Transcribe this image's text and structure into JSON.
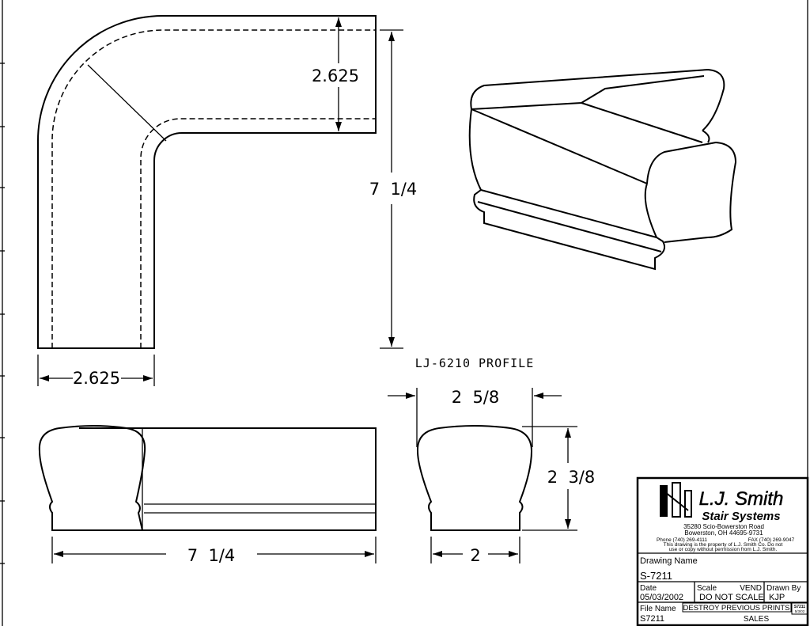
{
  "dimensions": {
    "plan_top_width": "2.625",
    "plan_height": "7  1/4",
    "plan_bottom_width": "2.625",
    "side_length": "7  1/4",
    "profile_width_top": "2  5/8",
    "profile_height": "2  3/8",
    "profile_width_bottom": "2"
  },
  "profile_label": "LJ-6210 PROFILE",
  "title_block": {
    "company_line1": "L.J. Smith",
    "company_line2": "Stair Systems",
    "address1": "35280 Scio-Bowerston Road",
    "address2": "Bowerston, OH 44695-9731",
    "phone": "Phone (740) 269-4111",
    "fax": "FAX (740) 269-9047",
    "notice1": "This drawing is the property of L.J. Smith Co. Do not",
    "notice2": "use or copy without permission from L.J. Smith.",
    "drawing_name_label": "Drawing Name",
    "drawing_name": "S-7211",
    "date_label": "Date",
    "date": "05/03/2002",
    "scale_label": "Scale",
    "vend_label": "VEND",
    "scale": "DO NOT SCALE",
    "drawn_by_label": "Drawn By",
    "drawn_by": "KJP",
    "file_name_label": "File Name",
    "destroy_notice": "DESTROY PREVIOUS PRINTS",
    "small_ref1": "S7211",
    "small_ref2": "5/3/02",
    "file_name": "S7211",
    "dept": "SALES"
  }
}
